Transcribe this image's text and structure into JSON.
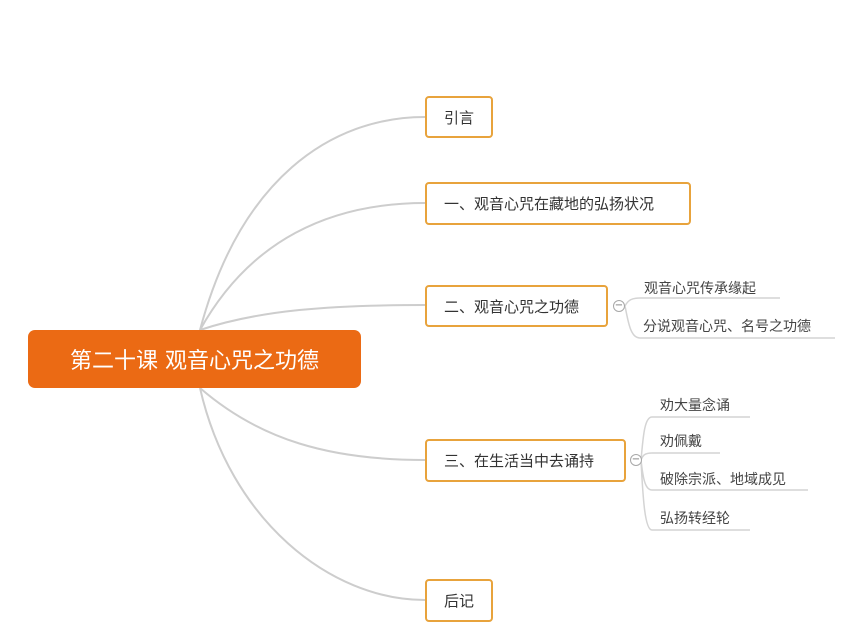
{
  "root": {
    "label": "第二十课 观音心咒之功德"
  },
  "branches": [
    {
      "label": "引言"
    },
    {
      "label": "一、观音心咒在藏地的弘扬状况"
    },
    {
      "label": "二、观音心咒之功德",
      "children": [
        "观音心咒传承缘起",
        "分说观音心咒、名号之功德"
      ]
    },
    {
      "label": "三、在生活当中去诵持",
      "children": [
        "劝大量念诵",
        "劝佩戴",
        "破除宗派、地域成见",
        "弘扬转经轮"
      ]
    },
    {
      "label": "后记"
    }
  ],
  "collapse_symbol": "−",
  "colors": {
    "root_fill": "#eb6a14",
    "node_border": "#e8a33c",
    "line": "#cccccc"
  }
}
